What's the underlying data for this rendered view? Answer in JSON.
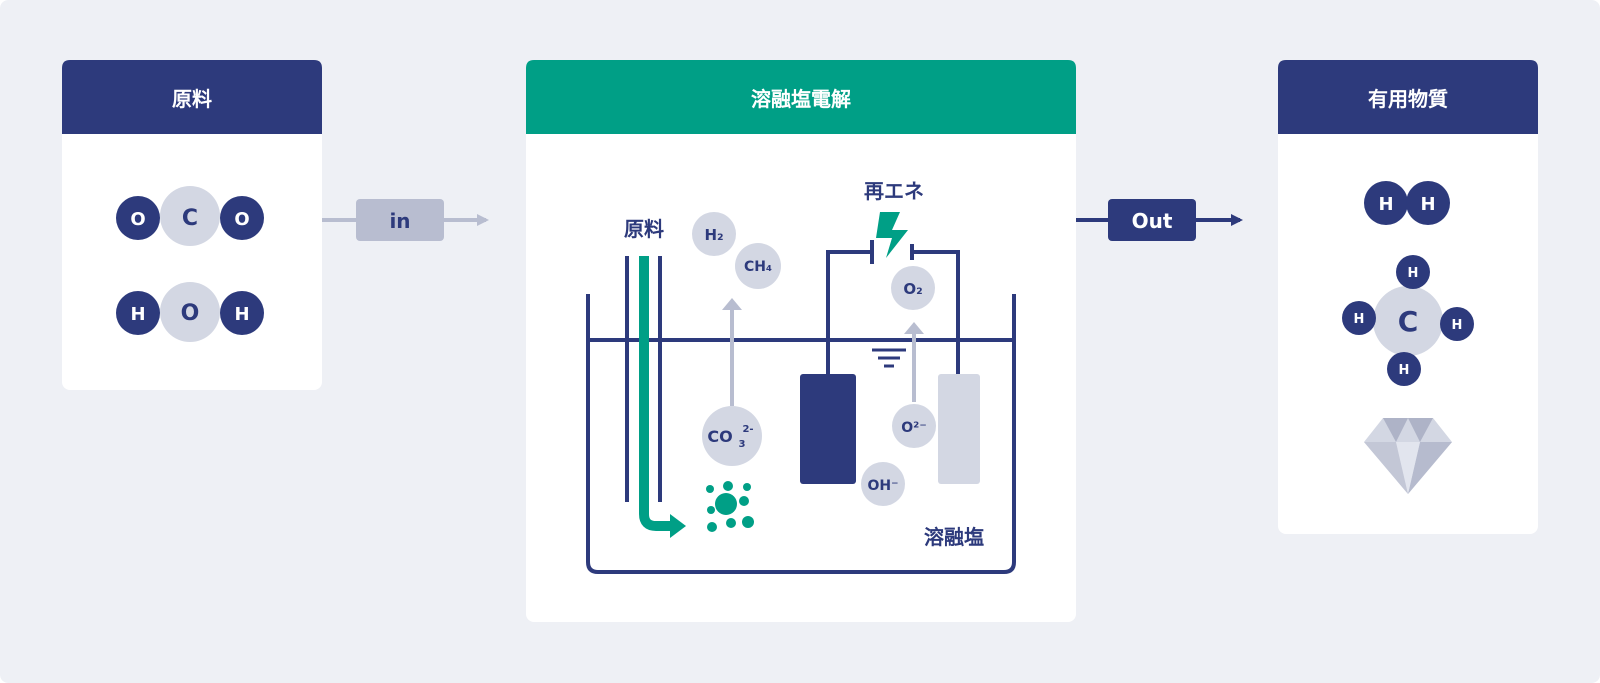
{
  "panels": {
    "input_title": "原料",
    "process_title": "溶融塩電解",
    "output_title": "有用物質"
  },
  "flow": {
    "in_label": "in",
    "out_label": "Out"
  },
  "input_molecules": {
    "co2": [
      "O",
      "C",
      "O"
    ],
    "h2o": [
      "H",
      "O",
      "H"
    ]
  },
  "process": {
    "feed_label": "原料",
    "power_label": "再エネ",
    "bath_label": "溶融塩",
    "species": {
      "h2": "H₂",
      "ch4": "CH₄",
      "o2": "O₂",
      "co3_base": "CO",
      "co3_sub": "3",
      "co3_sup": "2-",
      "o2_ion": "O²⁻",
      "oh_ion": "OH⁻"
    }
  },
  "output_molecules": {
    "h2": [
      "H",
      "H"
    ],
    "ch4_center": "C",
    "ch4_h": "H"
  },
  "colors": {
    "page_bg": "#eef0f5",
    "navy": "#2d3a7c",
    "teal": "#009f86",
    "light_circle": "#d3d7e3",
    "panel_bg": "#ffffff",
    "gray_arrow": "#b8bdd0"
  }
}
